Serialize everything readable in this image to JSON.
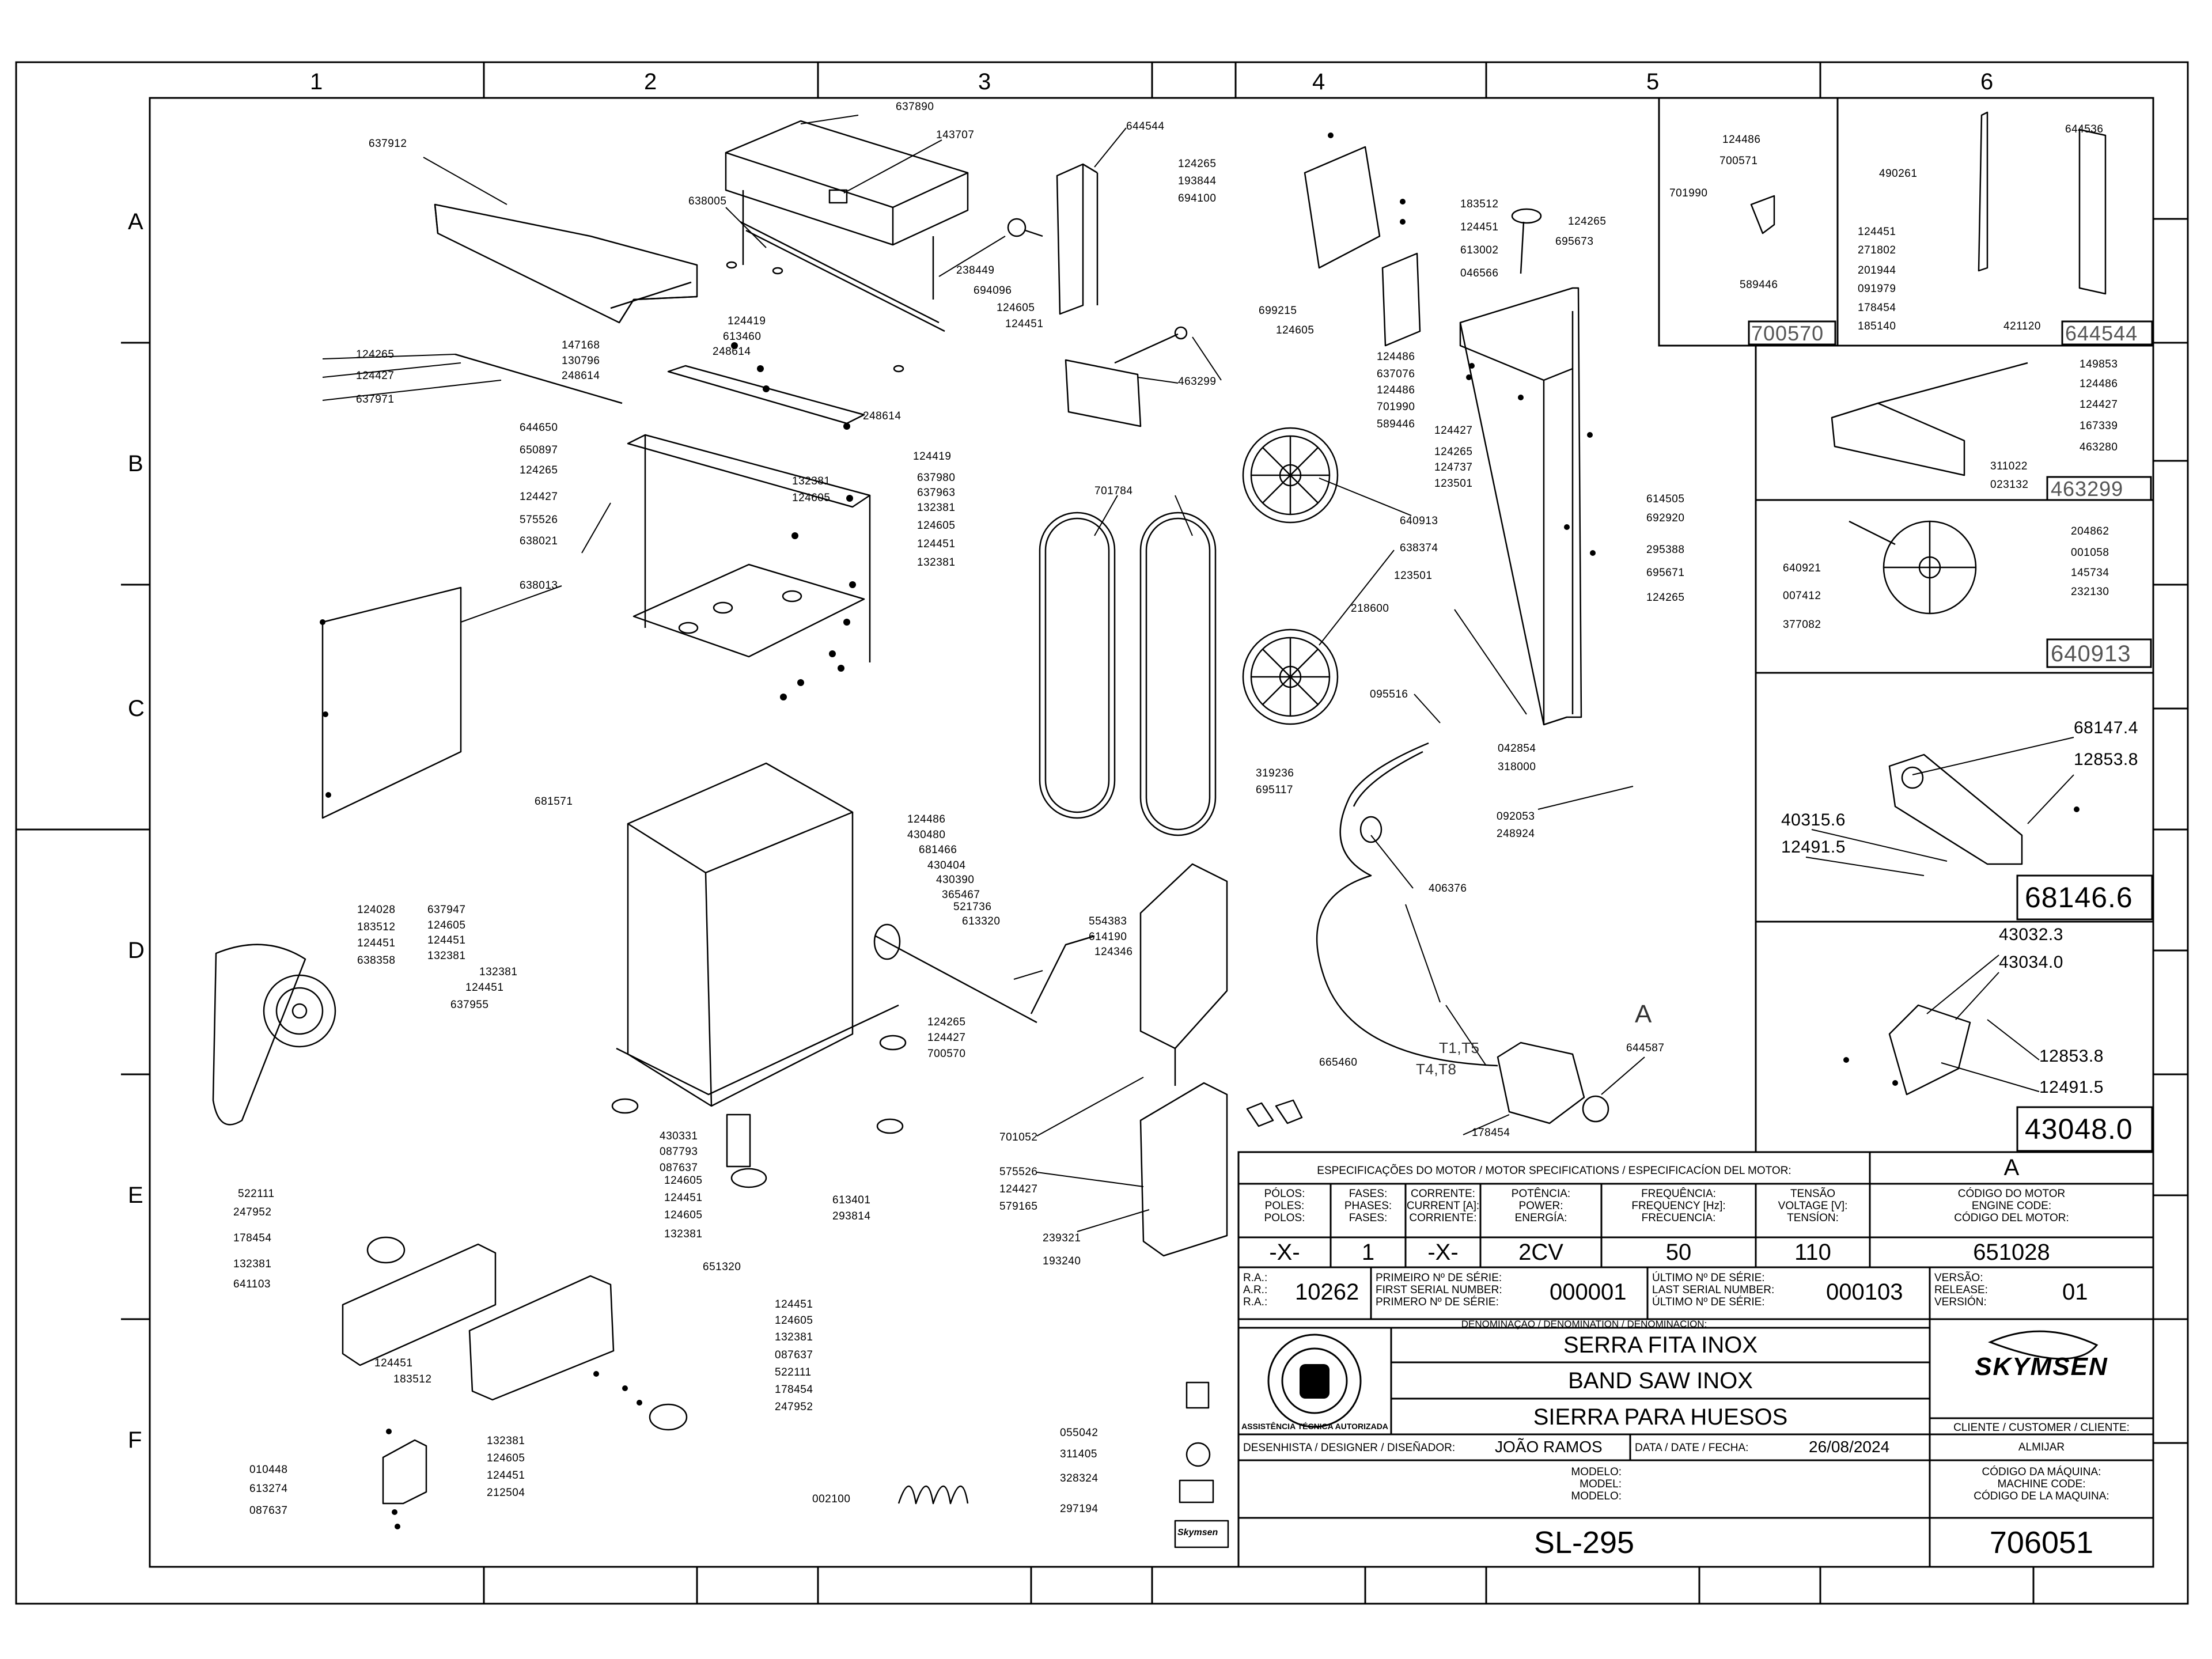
{
  "grid": {
    "columns": [
      "1",
      "2",
      "3",
      "4",
      "5",
      "6"
    ],
    "rows": [
      "A",
      "B",
      "C",
      "D",
      "E",
      "F"
    ]
  },
  "part_labels": {
    "p637912": "637912",
    "p637890": "637890",
    "p143707": "143707",
    "p638005": "638005",
    "p238449": "238449",
    "p694096": "694096",
    "p124605a": "124605",
    "p124451a": "124451",
    "p644544": "644544",
    "p463299": "463299",
    "p124265a": "124265",
    "p124427a": "124427",
    "p637971": "637971",
    "p147168": "147168",
    "p130796": "130796",
    "p248614a": "248614",
    "p124419a": "124419",
    "p613460": "613460",
    "p248614b": "248614",
    "p644650": "644650",
    "p650897": "650897",
    "p124265b": "124265",
    "p124427b": "124427",
    "p575526a": "575526",
    "p638021": "638021",
    "p638013": "638013",
    "p248614c": "248614",
    "p124419b": "124419",
    "p132381a": "132381",
    "p124605b": "124605",
    "p637980": "637980",
    "p637963": "637963",
    "p132381b": "132381",
    "p124605c": "124605",
    "p124451b": "124451",
    "p132381c": "132381",
    "p681571": "681571",
    "p124486a": "124486",
    "p430480": "430480",
    "p681466": "681466",
    "p430404": "430404",
    "p430390": "430390",
    "p365467": "365467",
    "p521736": "521736",
    "p613320": "613320",
    "p637947": "637947",
    "p124605d": "124605",
    "p124451c": "124451",
    "p132381d": "132381",
    "p124028": "124028",
    "p183512a": "183512",
    "p124451d": "124451",
    "p638358": "638358",
    "p132381e": "132381",
    "p124451e": "124451",
    "p637955": "637955",
    "p124265c": "124265",
    "p124427c": "124427",
    "p700570a": "700570",
    "p554383": "554383",
    "p614190": "614190",
    "p124346": "124346",
    "p430331": "430331",
    "p087793": "087793",
    "p087637a": "087637",
    "p613401": "613401",
    "p293814": "293814",
    "p701052": "701052",
    "p575526b": "575526",
    "p124427d": "124427",
    "p579165": "579165",
    "p239321": "239321",
    "p193240": "193240",
    "p701784": "701784",
    "p522111a": "522111",
    "p247952a": "247952",
    "p178454a": "178454",
    "p132381f": "132381",
    "p641103": "641103",
    "p124605e": "124605",
    "p124451f": "124451",
    "p124605f": "124605",
    "p132381g": "132381",
    "p651320": "651320",
    "p124451g": "124451",
    "p183512b": "183512",
    "p124451h": "124451",
    "p124605g": "124605",
    "p132381h": "132381",
    "p087637b": "087637",
    "p522111b": "522111",
    "p178454b": "178454",
    "p247952b": "247952",
    "p010448": "010448",
    "p613274": "613274",
    "p087637c": "087637",
    "p132381i": "132381",
    "p124605h": "124605",
    "p124451i": "124451",
    "p212504": "212504",
    "p002100": "002100",
    "p055042": "055042",
    "p311405": "311405",
    "p328324": "328324",
    "p297194": "297194",
    "p124265d": "124265",
    "p193844": "193844",
    "p694100": "694100",
    "p183512c": "183512",
    "p124451j": "124451",
    "p613002": "613002",
    "p046566": "046566",
    "p124265e": "124265",
    "p695673": "695673",
    "p699215": "699215",
    "p124605i": "124605",
    "p124486b": "124486",
    "p637076": "637076",
    "p124486c": "124486",
    "p701990a": "701990",
    "p589446a": "589446",
    "p124427e": "124427",
    "p124265f": "124265",
    "p124737": "124737",
    "p123501a": "123501",
    "p614505": "614505",
    "p692920": "692920",
    "p640913a": "640913",
    "p638374": "638374",
    "p123501b": "123501",
    "p295388": "295388",
    "p695671": "695671",
    "p124265g": "124265",
    "p218600": "218600",
    "p095516": "095516",
    "p042854": "042854",
    "p318000": "318000",
    "p319236": "319236",
    "p695117": "695117",
    "p092053": "092053",
    "p248924": "248924",
    "p406376": "406376",
    "p665460": "665460",
    "p644587": "644587",
    "p178454c": "178454",
    "p124486d": "124486",
    "p700571": "700571",
    "p701990b": "701990",
    "p589446b": "589446",
    "p644536": "644536",
    "p490261": "490261",
    "p124451k": "124451",
    "p271802": "271802",
    "p201944": "201944",
    "p091979": "091979",
    "p178454d": "178454",
    "p185140": "185140",
    "p421120": "421120",
    "p149853": "149853",
    "p124486e": "124486",
    "p124427f": "124427",
    "p167339": "167339",
    "p463280": "463280",
    "p311022": "311022",
    "p023132": "023132",
    "p204862": "204862",
    "p001058": "001058",
    "p145734": "145734",
    "p232130": "232130",
    "p640921": "640921",
    "p007412": "007412",
    "p377082": "377082",
    "p68147_4": "68147.4",
    "p12853_8a": "12853.8",
    "p40315_6": "40315.6",
    "p12491_5a": "12491.5",
    "p43032_3": "43032.3",
    "p43034_0": "43034.0",
    "p12853_8b": "12853.8",
    "p12491_5b": "12491.5"
  },
  "wire_labels": {
    "t1t5": "T1,T5",
    "t4t8": "T4,T8",
    "motor_letter": "A"
  },
  "detail_titles": {
    "d700570": "700570",
    "d644544": "644544",
    "d463299": "463299",
    "d640913": "640913",
    "d68146": "68146.6",
    "d43048": "43048.0"
  },
  "title_block": {
    "motor_spec_header": "ESPECIFICAÇÕES DO MOTOR / MOTOR SPECIFICATIONS / ESPECIFICACÍON DEL MOTOR:",
    "motor_letter": "A",
    "col_poles": [
      "PÓLOS:",
      "POLES:",
      "POLOS:"
    ],
    "col_phases": [
      "FASES:",
      "PHASES:",
      "FASES:"
    ],
    "col_current": [
      "CORRENTE:",
      "CURRENT [A]:",
      "CORRIENTE:"
    ],
    "col_power": [
      "POTÊNCIA:",
      "POWER:",
      "ENERGÍA:"
    ],
    "col_freq": [
      "FREQUÊNCIA:",
      "FREQUENCY [Hz]:",
      "FRECUENCIA:"
    ],
    "col_voltage": [
      "TENSÃO",
      "VOLTAGE [V]:",
      "TENSÍON:"
    ],
    "col_engine": [
      "CÓDIGO DO MOTOR",
      "ENGINE CODE:",
      "CÓDIGO DEL MOTOR:"
    ],
    "val_poles": "-X-",
    "val_phases": "1",
    "val_current": "-X-",
    "val_power": "2CV",
    "val_freq": "50",
    "val_voltage": "110",
    "val_engine": "651028",
    "ra_labels": [
      "R.A.:",
      "A.R.:",
      "R.A.:"
    ],
    "ra_value": "10262",
    "first_serial_labels": [
      "PRIMEIRO Nº DE SÉRIE:",
      "FIRST SERIAL NUMBER:",
      "PRIMERO Nº DE SÉRIE:"
    ],
    "first_serial": "000001",
    "last_serial_labels": [
      "ÚLTIMO Nº DE SÉRIE:",
      "LAST SERIAL NUMBER:",
      "ÚLTIMO Nº DE SÉRIE:"
    ],
    "last_serial": "000103",
    "version_labels": [
      "VERSÃO:",
      "RELEASE:",
      "VERSIÓN:"
    ],
    "version": "01",
    "denomination_header": "DENOMINAÇÃO / DENOMINATION / DENOMINACIÓN:",
    "name_pt": "SERRA FITA INOX",
    "name_en": "BAND SAW INOX",
    "name_es": "SIERRA PARA HUESOS",
    "brand": "SKYMSEN",
    "seal_text": "ASSISTÊNCIA TÉCNICA AUTORIZADA",
    "client_label": "CLIENTE / CUSTOMER / CLIENTE:",
    "client": "ALMIJAR",
    "designer_label": "DESENHISTA / DESIGNER / DISEÑADOR:",
    "designer": "JOÃO RAMOS",
    "date_label": "DATA / DATE / FECHA:",
    "date": "26/08/2024",
    "model_labels": [
      "MODELO:",
      "MODEL:",
      "MODELO:"
    ],
    "model": "SL-295",
    "machine_code_labels": [
      "CÓDIGO DA MÁQUINA:",
      "MACHINE CODE:",
      "CÓDIGO DE LA MAQUINA:"
    ],
    "machine_code": "706051",
    "small_logo": "Skymsen"
  },
  "colors": {
    "line": "#000000",
    "paper": "#ffffff",
    "detail_title": "#555555"
  }
}
